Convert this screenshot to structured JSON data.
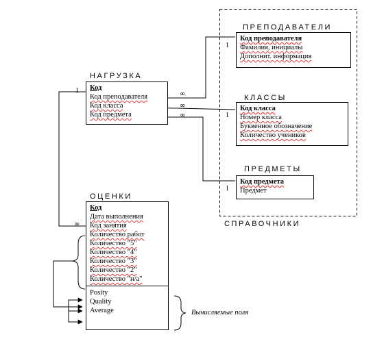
{
  "entities": {
    "prepodavateli": {
      "title": "ПРЕПОДАВАТЕЛИ",
      "fields": [
        "Код преподавателя",
        "Фамилия, инициалы",
        "Дополнит. информация"
      ]
    },
    "nagruzka": {
      "title": "НАГРУЗКА",
      "fields": [
        "Код",
        "Код преподавателя",
        "Код класса",
        "Код предмета"
      ]
    },
    "klassy": {
      "title": "КЛАССЫ",
      "fields": [
        "Код класса",
        "Номер класса",
        "Буквенное обозначение",
        "Количество учеников"
      ]
    },
    "predmety": {
      "title": "ПРЕДМЕТЫ",
      "fields": [
        "Код предмета",
        "Предмет"
      ]
    },
    "otsenki": {
      "title": "ОЦЕНКИ",
      "fields": [
        "Код",
        "Дата выполнения",
        "Код занятия",
        "Количество работ",
        "Количество \"5\"",
        "Количество \"4\"",
        "Количество \"3\"",
        "Количество \"2\"",
        "Количество \"н/а\""
      ],
      "computed_fields": [
        "Posity",
        "Quality",
        "Average"
      ]
    }
  },
  "group_label": "СПРАВОЧНИКИ",
  "computed_label": "Вычисляемые поля",
  "relationships": [
    {
      "one": "ПРЕПОДАВАТЕЛИ",
      "many": "НАГРУЗКА",
      "one_symbol": "1",
      "many_symbol": "∞"
    },
    {
      "one": "КЛАССЫ",
      "many": "НАГРУЗКА",
      "one_symbol": "1",
      "many_symbol": "∞"
    },
    {
      "one": "ПРЕДМЕТЫ",
      "many": "НАГРУЗКА",
      "one_symbol": "1",
      "many_symbol": "∞"
    },
    {
      "one": "НАГРУЗКА",
      "many": "ОЦЕНКИ",
      "one_symbol": "1",
      "many_symbol": "∞"
    }
  ]
}
